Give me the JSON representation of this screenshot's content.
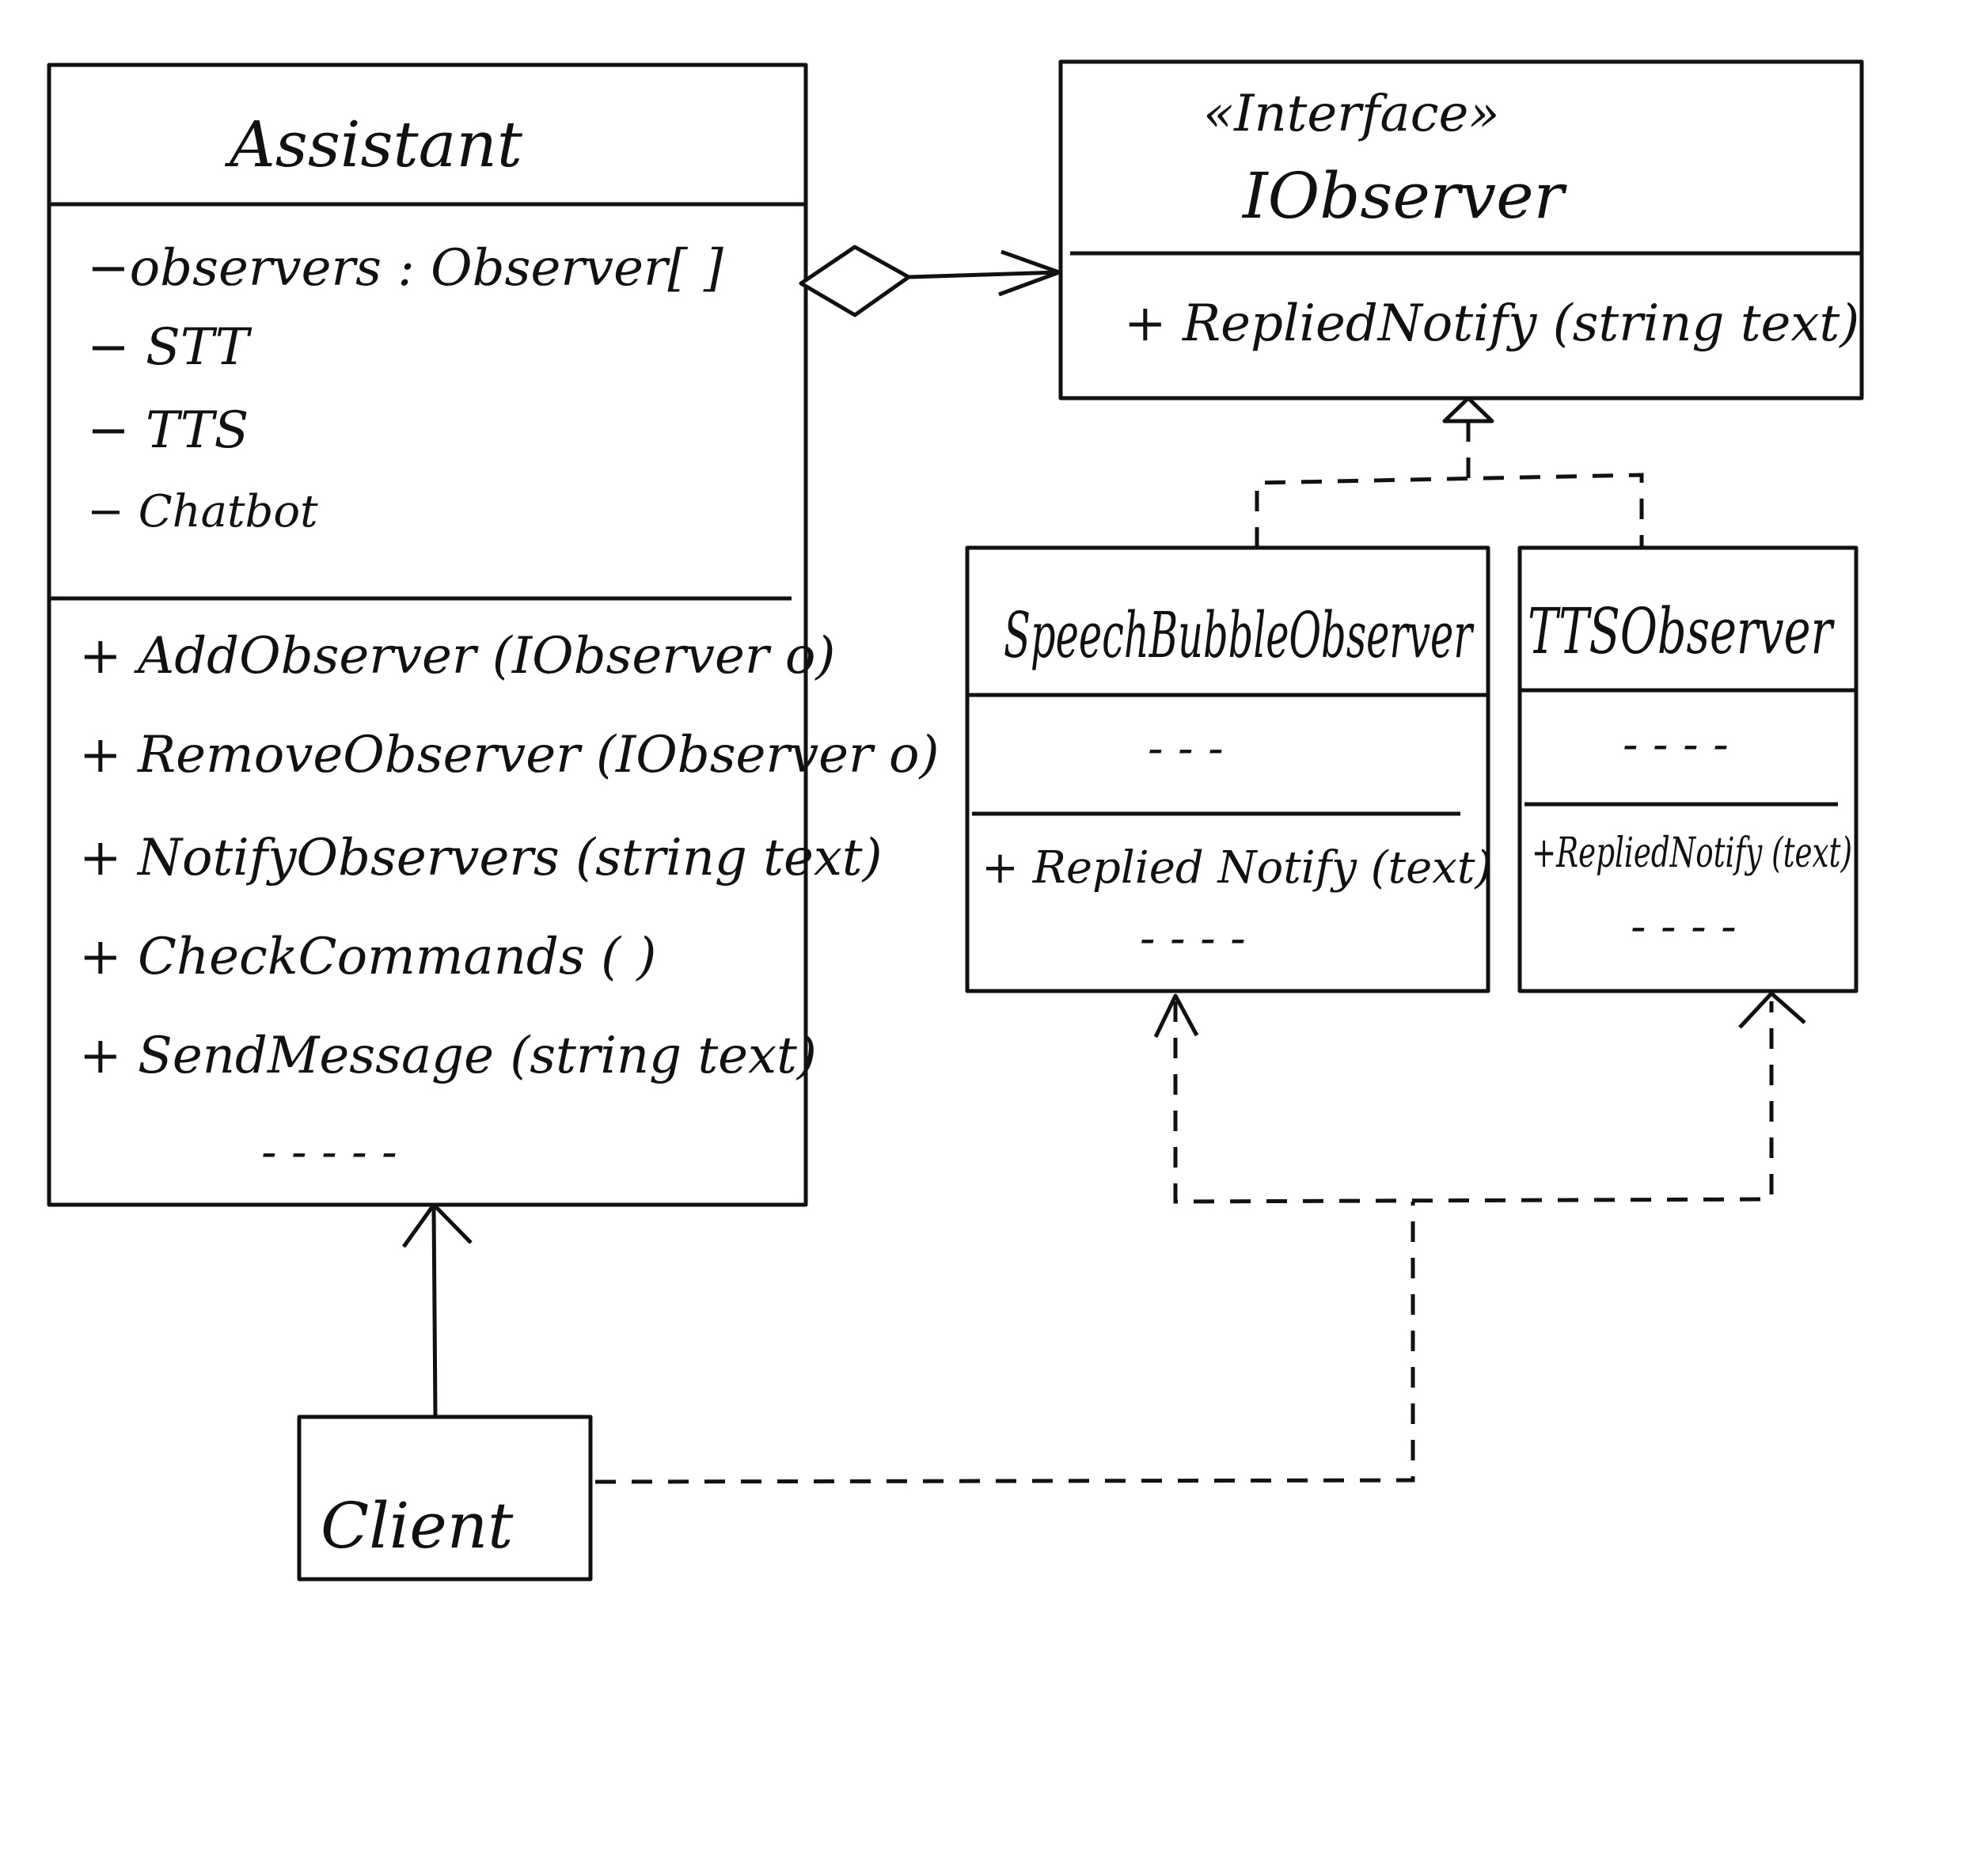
{
  "assistant": {
    "name": "Assistant",
    "attributes": [
      "−observers : Observer[ ]",
      "− STT",
      "− TTS",
      "− Chatbot"
    ],
    "operations": [
      "+ AddObserver (IObserver o)",
      "+ RemoveObserver (IObserver o)",
      "+ NotifyObservers (string text)",
      "+ CheckCommands ( )",
      "+ SendMessage (string text)"
    ],
    "more": "- - - - -"
  },
  "iobserver": {
    "stereotype": "«Interface»",
    "name": "IObserver",
    "operations": [
      "+  RepliedNotify (string text)"
    ]
  },
  "speech_bubble_observer": {
    "name": "SpeechBubbleObserver",
    "attributes_placeholder": "- - -",
    "operations": [
      "+ Replied Notify (text)"
    ],
    "more": "- - - -"
  },
  "tts_observer": {
    "name": "TTSObserver",
    "attributes_placeholder": "- - - -",
    "operations": [
      "+RepliedNotify (text)"
    ],
    "more": "- - - -"
  },
  "client": {
    "name": "Client"
  }
}
